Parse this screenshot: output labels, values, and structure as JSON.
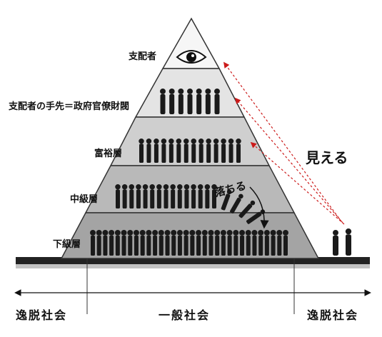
{
  "colors": {
    "accent": "#cc1b1b",
    "tier_fills": [
      "#f6f6f6",
      "#e4e4e4",
      "#cfcfcf",
      "#b9b9b9",
      "#a4a4a4"
    ],
    "silhouette": "#1a1a1a",
    "ground": "#222222"
  },
  "icons": {
    "eye": "eye-icon",
    "people": "person-silhouette-icon",
    "arrow": "dashed-arrow-icon"
  },
  "tiers": [
    {
      "label": "支配者"
    },
    {
      "label": "支配者の手先＝政府官僚財閥"
    },
    {
      "label": "富裕層"
    },
    {
      "label": "中級層"
    },
    {
      "label": "下級層"
    }
  ],
  "annotations": {
    "falling": "落ちる",
    "seeing": "見える"
  },
  "societies": {
    "left": "逸脱社会",
    "center": "一般社会",
    "right": "逸脱社会"
  }
}
